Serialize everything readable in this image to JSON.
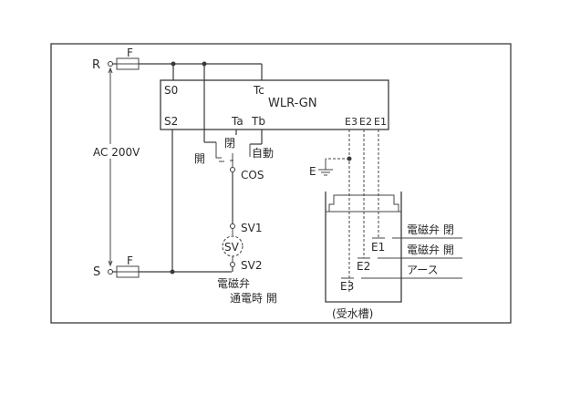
{
  "diagram": {
    "power": {
      "line_r": "R",
      "line_s": "S",
      "fuse_label_top": "F",
      "fuse_label_bottom": "F",
      "voltage": "AC 200V"
    },
    "controller": {
      "model": "WLR-GN",
      "terminals": {
        "s0": "S0",
        "s2": "S2",
        "tc": "Tc",
        "ta": "Ta",
        "tb": "Tb",
        "e3": "E3",
        "e2": "E2",
        "e1": "E1"
      }
    },
    "switch": {
      "open_label": "開",
      "close_label": "閉",
      "auto_label": "自動",
      "name": "COS"
    },
    "valve": {
      "symbol": "SV",
      "terminal_1": "SV1",
      "terminal_2": "SV2",
      "caption_line1": "電磁弁",
      "caption_line2": "通電時 開"
    },
    "ground": {
      "label": "E"
    },
    "tank": {
      "caption": "(受水槽)",
      "electrodes": [
        {
          "name": "E1",
          "function": "電磁弁 閉"
        },
        {
          "name": "E2",
          "function": "電磁弁 開"
        },
        {
          "name": "E3",
          "function": "アース"
        }
      ]
    }
  }
}
